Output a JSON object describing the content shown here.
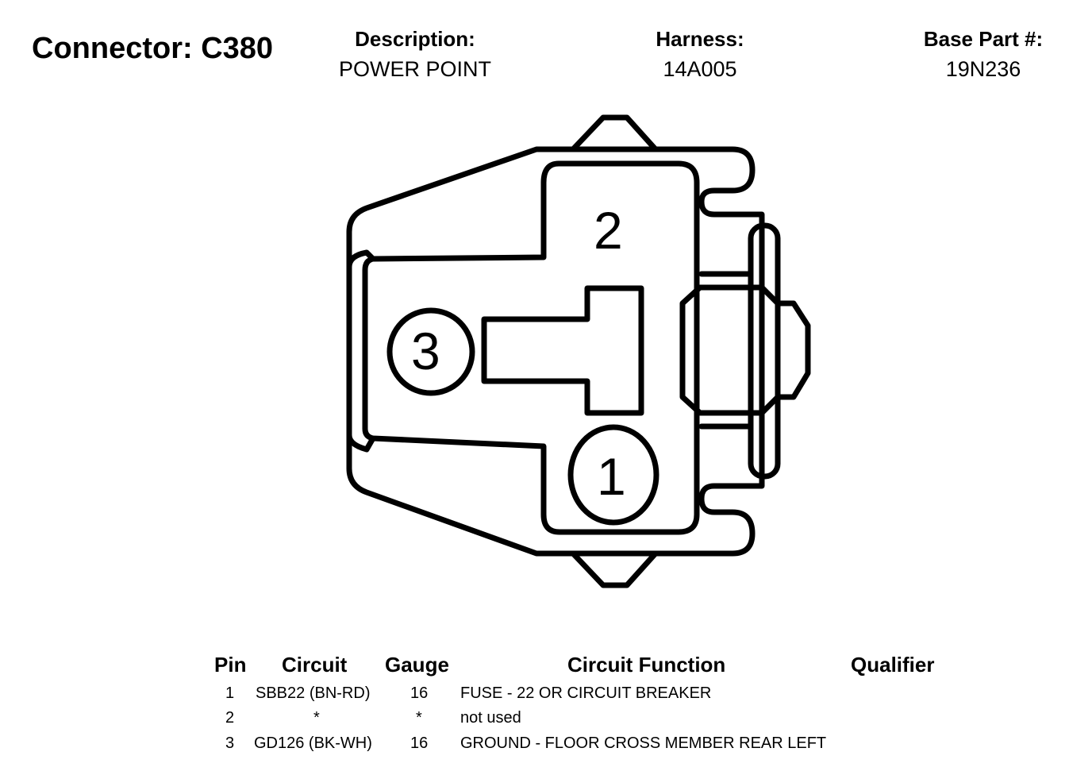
{
  "connector": {
    "title": "Connector: C380",
    "description_label": "Description:",
    "description": "POWER POINT",
    "harness_label": "Harness:",
    "harness": "14A005",
    "base_part_label": "Base Part #:",
    "base_part": "19N236"
  },
  "diagram": {
    "pin_labels": [
      "2",
      "3",
      "1"
    ]
  },
  "table": {
    "headers": [
      "Pin",
      "Circuit",
      "Gauge",
      "Circuit Function",
      "Qualifier"
    ],
    "rows": [
      {
        "pin": "1",
        "circuit": "SBB22 (BN-RD)",
        "gauge": "16",
        "function": "FUSE - 22 OR CIRCUIT BREAKER",
        "qualifier": ""
      },
      {
        "pin": "2",
        "circuit": "*",
        "gauge": "*",
        "function": "not used",
        "qualifier": ""
      },
      {
        "pin": "3",
        "circuit": "GD126 (BK-WH)",
        "gauge": "16",
        "function": "GROUND - FLOOR CROSS MEMBER REAR LEFT",
        "qualifier": ""
      }
    ]
  }
}
